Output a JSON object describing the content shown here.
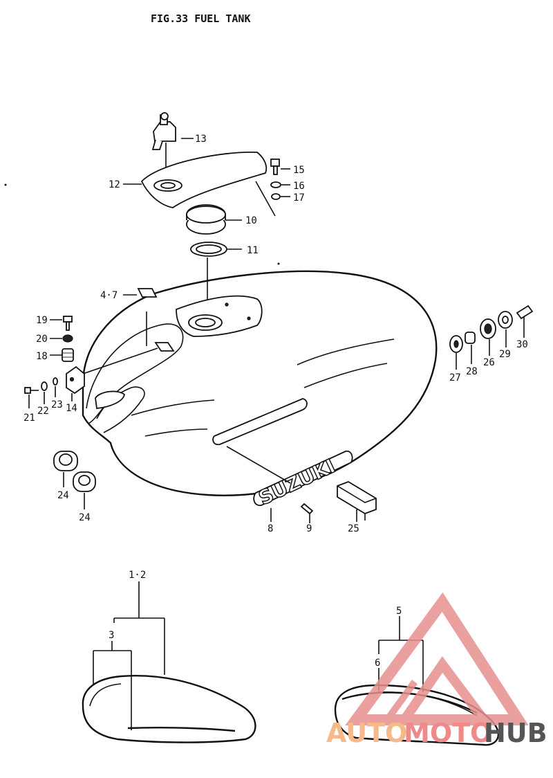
{
  "figure": {
    "title": "FIG.33  FUEL TANK"
  },
  "callouts": [
    {
      "id": "c13",
      "label": "13"
    },
    {
      "id": "c12",
      "label": "12"
    },
    {
      "id": "c15",
      "label": "15"
    },
    {
      "id": "c16",
      "label": "16"
    },
    {
      "id": "c17",
      "label": "17"
    },
    {
      "id": "c10",
      "label": "10"
    },
    {
      "id": "c11",
      "label": "11"
    },
    {
      "id": "c47",
      "label": "4·7"
    },
    {
      "id": "c19",
      "label": "19"
    },
    {
      "id": "c20",
      "label": "20"
    },
    {
      "id": "c18",
      "label": "18"
    },
    {
      "id": "c21",
      "label": "21"
    },
    {
      "id": "c22",
      "label": "22"
    },
    {
      "id": "c23",
      "label": "23"
    },
    {
      "id": "c14",
      "label": "14"
    },
    {
      "id": "c24a",
      "label": "24"
    },
    {
      "id": "c24b",
      "label": "24"
    },
    {
      "id": "c8",
      "label": "8"
    },
    {
      "id": "c9",
      "label": "9"
    },
    {
      "id": "c25",
      "label": "25"
    },
    {
      "id": "c27",
      "label": "27"
    },
    {
      "id": "c28",
      "label": "28"
    },
    {
      "id": "c26",
      "label": "26"
    },
    {
      "id": "c29",
      "label": "29"
    },
    {
      "id": "c30",
      "label": "30"
    },
    {
      "id": "c12b",
      "label": "1·2"
    },
    {
      "id": "c3",
      "label": "3"
    },
    {
      "id": "c5",
      "label": "5"
    },
    {
      "id": "c6",
      "label": "6"
    }
  ],
  "emblem_text": "SUZUKI",
  "watermark": {
    "left": "AUTO",
    "mid": "MOTO",
    "right": "HUB",
    "color_left": "#f5b98a",
    "color_mid": "#f08a8a",
    "color_right": "#555555"
  }
}
